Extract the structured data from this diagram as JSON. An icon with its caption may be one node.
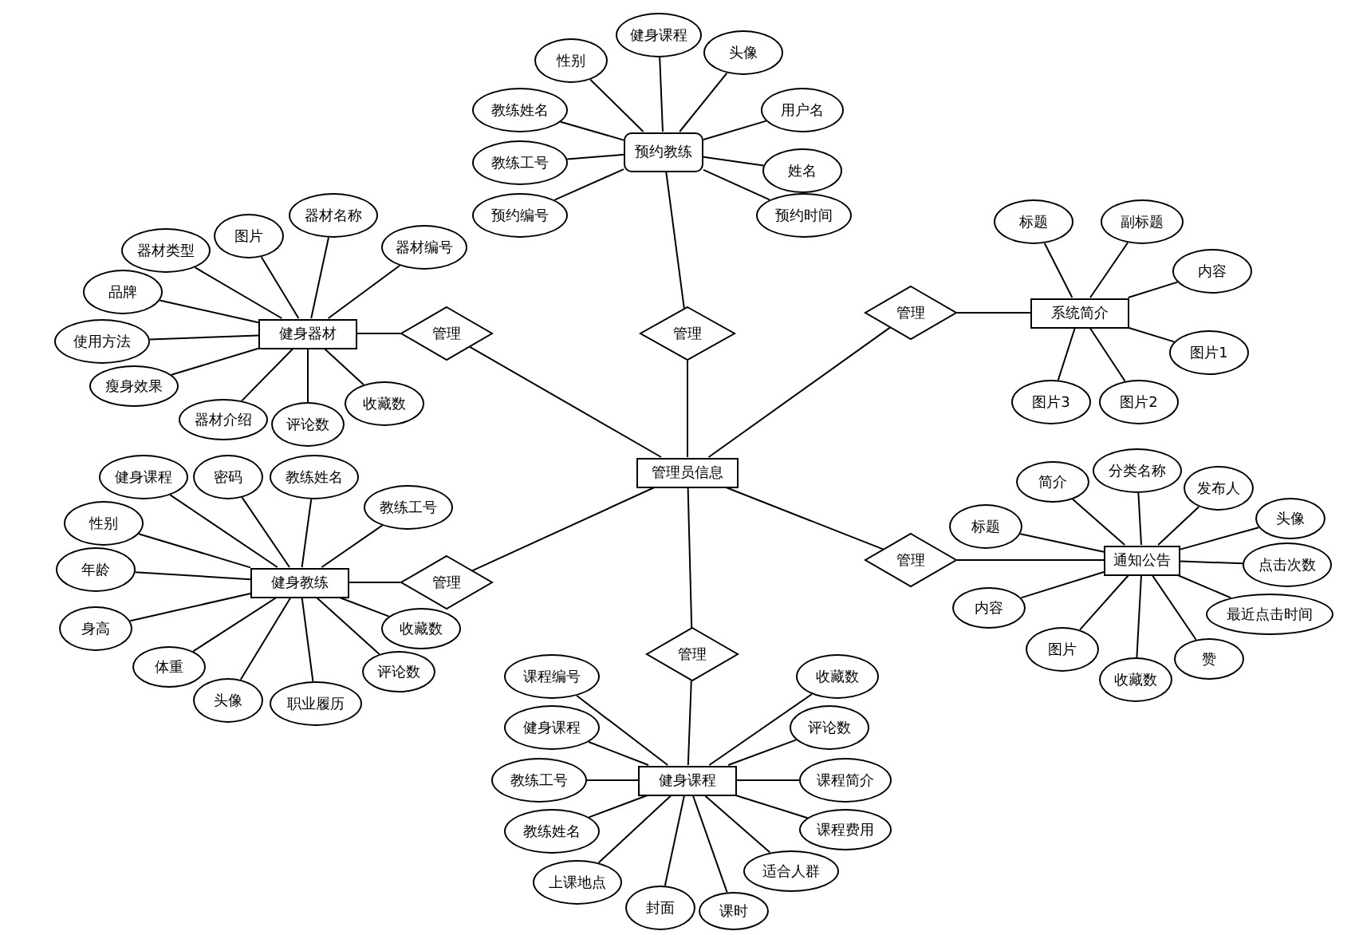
{
  "diagram": {
    "nodes": [
      {
        "text": [
          "管理员信息"
        ]
      },
      {
        "text": [
          "预约教练"
        ]
      },
      {
        "text": [
          "性别"
        ]
      },
      {
        "text": [
          "健身课程"
        ]
      },
      {
        "text": [
          "头像"
        ]
      },
      {
        "text": [
          "教练姓名"
        ]
      },
      {
        "text": [
          "教练工号"
        ]
      },
      {
        "text": [
          "预约编号"
        ]
      },
      {
        "text": [
          "用户名"
        ]
      },
      {
        "text": [
          "姓名"
        ]
      },
      {
        "text": [
          "预约时间"
        ]
      },
      {
        "text": [
          "管理"
        ]
      },
      {
        "text": [
          "健身器材"
        ]
      },
      {
        "text": [
          "管理"
        ]
      },
      {
        "text": [
          "器材类型"
        ]
      },
      {
        "text": [
          "图片"
        ]
      },
      {
        "text": [
          "器材名称"
        ]
      },
      {
        "text": [
          "器材编号"
        ]
      },
      {
        "text": [
          "品牌"
        ]
      },
      {
        "text": [
          "使用方法"
        ]
      },
      {
        "text": [
          "瘦身效果"
        ]
      },
      {
        "text": [
          "器材介绍"
        ]
      },
      {
        "text": [
          "评论数"
        ]
      },
      {
        "text": [
          "收藏数"
        ]
      },
      {
        "text": [
          "系统简介"
        ]
      },
      {
        "text": [
          "管理"
        ]
      },
      {
        "text": [
          "标题"
        ]
      },
      {
        "text": [
          "副标题"
        ]
      },
      {
        "text": [
          "内容"
        ]
      },
      {
        "text": [
          "图片1"
        ]
      },
      {
        "text": [
          "图片3"
        ]
      },
      {
        "text": [
          "图片2"
        ]
      },
      {
        "text": [
          "健身教练"
        ]
      },
      {
        "text": [
          "管理"
        ]
      },
      {
        "text": [
          "健身课程"
        ]
      },
      {
        "text": [
          "密码"
        ]
      },
      {
        "text": [
          "教练姓名"
        ]
      },
      {
        "text": [
          "教练工号"
        ]
      },
      {
        "text": [
          "性别"
        ]
      },
      {
        "text": [
          "年龄"
        ]
      },
      {
        "text": [
          "身高"
        ]
      },
      {
        "text": [
          "体重"
        ]
      },
      {
        "text": [
          "头像"
        ]
      },
      {
        "text": [
          "职业履历"
        ]
      },
      {
        "text": [
          "评论数"
        ]
      },
      {
        "text": [
          "收藏数"
        ]
      },
      {
        "text": [
          "通知公告"
        ]
      },
      {
        "text": [
          "管理"
        ]
      },
      {
        "text": [
          "简介"
        ]
      },
      {
        "text": [
          "分类名称"
        ]
      },
      {
        "text": [
          "发布人"
        ]
      },
      {
        "text": [
          "标题"
        ]
      },
      {
        "text": [
          "头像"
        ]
      },
      {
        "text": [
          "点击次数"
        ]
      },
      {
        "text": [
          "最近点击时间"
        ]
      },
      {
        "text": [
          "内容"
        ]
      },
      {
        "text": [
          "图片"
        ]
      },
      {
        "text": [
          "收藏数"
        ]
      },
      {
        "text": [
          "赞"
        ]
      },
      {
        "text": [
          "健身课程"
        ]
      },
      {
        "text": [
          "管理"
        ]
      },
      {
        "text": [
          "课程编号"
        ]
      },
      {
        "text": [
          "健身课程"
        ]
      },
      {
        "text": [
          "教练工号"
        ]
      },
      {
        "text": [
          "教练姓名"
        ]
      },
      {
        "text": [
          "收藏数"
        ]
      },
      {
        "text": [
          "评论数"
        ]
      },
      {
        "text": [
          "课程简介"
        ]
      },
      {
        "text": [
          "课程费用"
        ]
      },
      {
        "text": [
          "适合人群"
        ]
      },
      {
        "text": [
          "上课地点"
        ]
      },
      {
        "text": [
          "封面"
        ]
      },
      {
        "text": [
          "课时"
        ]
      }
    ],
    "edges": [
      {
        "from": 0,
        "to": 11,
        "arrow": "none"
      },
      {
        "from": 11,
        "to": 1,
        "arrow": "none"
      },
      {
        "from": 1,
        "to": 2,
        "arrow": "none"
      },
      {
        "from": 1,
        "to": 3,
        "arrow": "none"
      },
      {
        "from": 1,
        "to": 4,
        "arrow": "none"
      },
      {
        "from": 1,
        "to": 5,
        "arrow": "none"
      },
      {
        "from": 1,
        "to": 6,
        "arrow": "none"
      },
      {
        "from": 1,
        "to": 7,
        "arrow": "none"
      },
      {
        "from": 1,
        "to": 8,
        "arrow": "none"
      },
      {
        "from": 1,
        "to": 9,
        "arrow": "none"
      },
      {
        "from": 1,
        "to": 10,
        "arrow": "none"
      },
      {
        "from": 0,
        "to": 13,
        "arrow": "none"
      },
      {
        "from": 13,
        "to": 12,
        "arrow": "none"
      },
      {
        "from": 12,
        "to": 14,
        "arrow": "none"
      },
      {
        "from": 12,
        "to": 15,
        "arrow": "none"
      },
      {
        "from": 12,
        "to": 16,
        "arrow": "none"
      },
      {
        "from": 12,
        "to": 17,
        "arrow": "none"
      },
      {
        "from": 12,
        "to": 18,
        "arrow": "none"
      },
      {
        "from": 12,
        "to": 19,
        "arrow": "none"
      },
      {
        "from": 12,
        "to": 20,
        "arrow": "none"
      },
      {
        "from": 12,
        "to": 21,
        "arrow": "none"
      },
      {
        "from": 12,
        "to": 22,
        "arrow": "none"
      },
      {
        "from": 12,
        "to": 23,
        "arrow": "none"
      },
      {
        "from": 0,
        "to": 25,
        "arrow": "none"
      },
      {
        "from": 25,
        "to": 24,
        "arrow": "none"
      },
      {
        "from": 24,
        "to": 26,
        "arrow": "none"
      },
      {
        "from": 24,
        "to": 27,
        "arrow": "none"
      },
      {
        "from": 24,
        "to": 28,
        "arrow": "none"
      },
      {
        "from": 24,
        "to": 29,
        "arrow": "none"
      },
      {
        "from": 24,
        "to": 30,
        "arrow": "none"
      },
      {
        "from": 24,
        "to": 31,
        "arrow": "none"
      },
      {
        "from": 0,
        "to": 33,
        "arrow": "none"
      },
      {
        "from": 33,
        "to": 32,
        "arrow": "none"
      },
      {
        "from": 32,
        "to": 34,
        "arrow": "none"
      },
      {
        "from": 32,
        "to": 35,
        "arrow": "none"
      },
      {
        "from": 32,
        "to": 36,
        "arrow": "none"
      },
      {
        "from": 32,
        "to": 37,
        "arrow": "none"
      },
      {
        "from": 32,
        "to": 38,
        "arrow": "none"
      },
      {
        "from": 32,
        "to": 39,
        "arrow": "none"
      },
      {
        "from": 32,
        "to": 40,
        "arrow": "none"
      },
      {
        "from": 32,
        "to": 41,
        "arrow": "none"
      },
      {
        "from": 32,
        "to": 42,
        "arrow": "none"
      },
      {
        "from": 32,
        "to": 43,
        "arrow": "none"
      },
      {
        "from": 32,
        "to": 44,
        "arrow": "none"
      },
      {
        "from": 32,
        "to": 45,
        "arrow": "none"
      },
      {
        "from": 0,
        "to": 47,
        "arrow": "none"
      },
      {
        "from": 47,
        "to": 46,
        "arrow": "none"
      },
      {
        "from": 46,
        "to": 48,
        "arrow": "none"
      },
      {
        "from": 46,
        "to": 49,
        "arrow": "none"
      },
      {
        "from": 46,
        "to": 50,
        "arrow": "none"
      },
      {
        "from": 46,
        "to": 51,
        "arrow": "none"
      },
      {
        "from": 46,
        "to": 52,
        "arrow": "none"
      },
      {
        "from": 46,
        "to": 53,
        "arrow": "none"
      },
      {
        "from": 46,
        "to": 54,
        "arrow": "none"
      },
      {
        "from": 46,
        "to": 55,
        "arrow": "none"
      },
      {
        "from": 46,
        "to": 56,
        "arrow": "none"
      },
      {
        "from": 46,
        "to": 57,
        "arrow": "none"
      },
      {
        "from": 46,
        "to": 58,
        "arrow": "none"
      },
      {
        "from": 0,
        "to": 60,
        "arrow": "none"
      },
      {
        "from": 60,
        "to": 59,
        "arrow": "none"
      },
      {
        "from": 59,
        "to": 61,
        "arrow": "none"
      },
      {
        "from": 59,
        "to": 62,
        "arrow": "none"
      },
      {
        "from": 59,
        "to": 63,
        "arrow": "none"
      },
      {
        "from": 59,
        "to": 64,
        "arrow": "none"
      },
      {
        "from": 59,
        "to": 65,
        "arrow": "none"
      },
      {
        "from": 59,
        "to": 66,
        "arrow": "none"
      },
      {
        "from": 59,
        "to": 67,
        "arrow": "none"
      },
      {
        "from": 59,
        "to": 68,
        "arrow": "none"
      },
      {
        "from": 59,
        "to": 69,
        "arrow": "none"
      },
      {
        "from": 59,
        "to": 70,
        "arrow": "none"
      },
      {
        "from": 59,
        "to": 71,
        "arrow": "none"
      },
      {
        "from": 59,
        "to": 72,
        "arrow": "none"
      }
    ]
  }
}
